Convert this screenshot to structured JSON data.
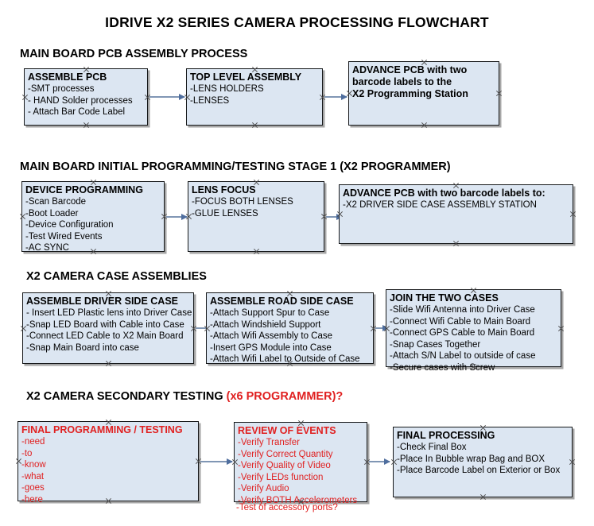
{
  "document": {
    "title": "IDRIVE X2  SERIES CAMERA PROCESSING FLOWCHART"
  },
  "sections": [
    {
      "id": "main-board-pcb-assembly",
      "heading": "MAIN BOARD PCB ASSEMBLY PROCESS",
      "heading_accent": "",
      "boxes": [
        {
          "id": "assemble-pcb",
          "title": "ASSEMBLE PCB",
          "lines": [
            "-SMT processes",
            "- HAND Solder processes",
            "- Attach Bar Code Label"
          ],
          "color": "black"
        },
        {
          "id": "top-level-assembly",
          "title": "TOP LEVEL ASSEMBLY",
          "lines": [
            "-LENS HOLDERS",
            "-LENSES"
          ],
          "color": "black"
        },
        {
          "id": "advance-pcb-programming-station",
          "title": "ADVANCE PCB with two",
          "lines": [
            "barcode labels to the",
            " X2 Programming Station"
          ],
          "color": "black"
        }
      ]
    },
    {
      "id": "main-board-initial-programming",
      "heading": "MAIN BOARD INITIAL PROGRAMMING/TESTING STAGE 1 (X2 PROGRAMMER)",
      "heading_accent": "",
      "boxes": [
        {
          "id": "device-programming",
          "title": "DEVICE PROGRAMMING",
          "lines": [
            "-Scan Barcode",
            "-Boot Loader",
            "-Device Configuration",
            "-Test Wired Events",
            "-AC SYNC"
          ],
          "color": "black"
        },
        {
          "id": "lens-focus",
          "title": "LENS FOCUS",
          "lines": [
            "-FOCUS BOTH LENSES",
            "-GLUE LENSES"
          ],
          "color": "black"
        },
        {
          "id": "advance-pcb-driver-side-case",
          "title": "ADVANCE PCB with two barcode labels to:",
          "lines": [
            "-X2 DRIVER  SIDE  CASE  ASSEMBLY STATION"
          ],
          "color": "black"
        }
      ]
    },
    {
      "id": "x2-camera-case-assemblies",
      "heading": "X2 CAMERA CASE ASSEMBLIES",
      "heading_accent": "",
      "boxes": [
        {
          "id": "assemble-driver-side-case",
          "title": "ASSEMBLE DRIVER SIDE CASE",
          "lines": [
            "- Insert LED Plastic lens into Driver Case",
            "-Snap LED Board with Cable into Case",
            "-Connect LED Cable to X2 Main Board",
            "-Snap Main Board into case"
          ],
          "color": "black"
        },
        {
          "id": "assemble-road-side-case",
          "title": "ASSEMBLE ROAD SIDE CASE",
          "lines": [
            "-Attach Support Spur to Case",
            "-Attach Windshield Support",
            "-Attach Wifi Assembly to Case",
            "-Insert GPS Module into Case",
            "-Attach Wifi Label to Outside of Case"
          ],
          "color": "black"
        },
        {
          "id": "join-the-two-cases",
          "title": "JOIN THE TWO CASES",
          "lines": [
            "-Slide Wifi Antenna into Driver Case",
            "-Connect Wifi Cable to Main Board",
            "-Connect GPS Cable to Main Board",
            "-Snap Cases Together",
            "-Attach S/N Label to outside of case",
            "-Secure cases with Screw"
          ],
          "color": "black"
        }
      ]
    },
    {
      "id": "x2-camera-secondary-testing",
      "heading": "X2 CAMERA SECONDARY TESTING ",
      "heading_accent": "(x6 PROGRAMMER)?",
      "boxes": [
        {
          "id": "final-programming-testing",
          "title": "FINAL PROGRAMMING / TESTING",
          "lines": [
            "-need",
            "-to",
            "-know",
            "-what",
            "-goes",
            "-here"
          ],
          "color": "red"
        },
        {
          "id": "review-of-events",
          "title": "REVIEW OF EVENTS",
          "lines": [
            "-Verify Transfer",
            "-Verify Correct Quantity",
            "-Verify Quality of Video",
            "-Verify LEDs function",
            "-Verify Audio",
            "-Verify BOTH Accelerometers"
          ],
          "overflow_line": "-Test of accessory ports?",
          "color": "red"
        },
        {
          "id": "final-processing",
          "title": "FINAL PROCESSING",
          "lines": [
            " -Check Final Box",
            "-Place In Bubble wrap Bag and BOX",
            "-Place Barcode Label on Exterior or Box"
          ],
          "color": "black"
        }
      ]
    }
  ],
  "colors": {
    "box_fill": "#dce6f2",
    "box_border": "#16181a",
    "accent_red": "#e02020",
    "connector": "#8096b4",
    "shadow": "#a6a6a6"
  }
}
